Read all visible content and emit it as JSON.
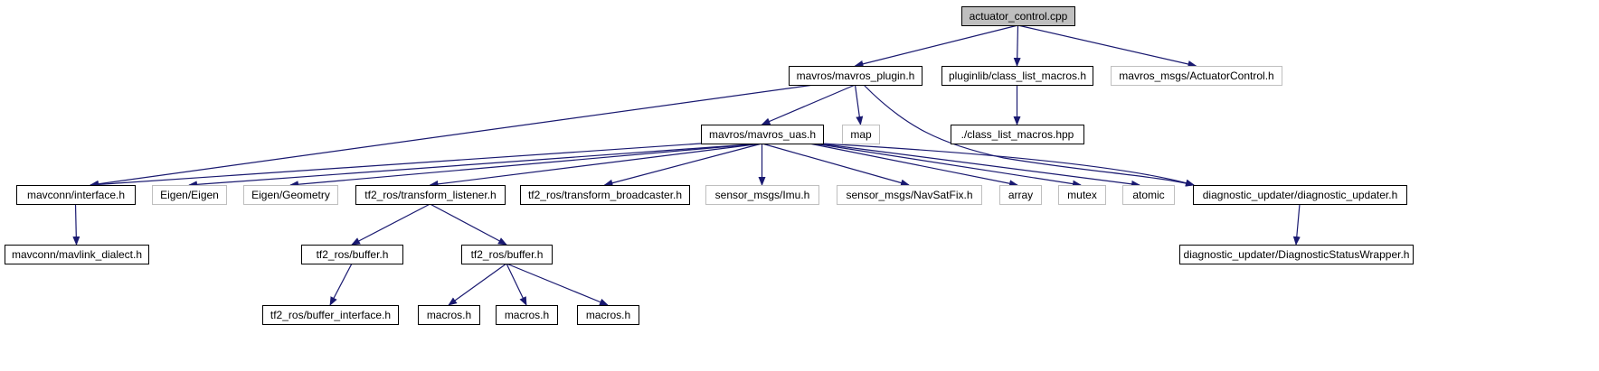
{
  "colors": {
    "edge": "#191970",
    "box_border": "#000000",
    "box_border_external": "#bfbfbf",
    "text_external": "#555555",
    "root_fill": "#bfbfbf",
    "fill": "#ffffff"
  },
  "nodes": [
    {
      "id": "root",
      "label": "actuator_control.cpp",
      "style": "root"
    },
    {
      "id": "mavros_plugin",
      "label": "mavros/mavros_plugin.h",
      "style": "normal"
    },
    {
      "id": "pluginlib",
      "label": "pluginlib/class_list_macros.h",
      "style": "normal"
    },
    {
      "id": "actuatorcontrol",
      "label": "mavros_msgs/ActuatorControl.h",
      "style": "external"
    },
    {
      "id": "mavros_uas",
      "label": "mavros/mavros_uas.h",
      "style": "normal"
    },
    {
      "id": "map",
      "label": "map",
      "style": "external"
    },
    {
      "id": "class_list_hpp",
      "label": "./class_list_macros.hpp",
      "style": "normal"
    },
    {
      "id": "interface",
      "label": "mavconn/interface.h",
      "style": "normal"
    },
    {
      "id": "eigen",
      "label": "Eigen/Eigen",
      "style": "external"
    },
    {
      "id": "eigen_geom",
      "label": "Eigen/Geometry",
      "style": "external"
    },
    {
      "id": "tf_listener",
      "label": "tf2_ros/transform_listener.h",
      "style": "normal"
    },
    {
      "id": "tf_broadcaster",
      "label": "tf2_ros/transform_broadcaster.h",
      "style": "normal"
    },
    {
      "id": "imu",
      "label": "sensor_msgs/Imu.h",
      "style": "external"
    },
    {
      "id": "navsat",
      "label": "sensor_msgs/NavSatFix.h",
      "style": "external"
    },
    {
      "id": "array",
      "label": "array",
      "style": "external"
    },
    {
      "id": "mutex",
      "label": "mutex",
      "style": "external"
    },
    {
      "id": "atomic",
      "label": "atomic",
      "style": "external"
    },
    {
      "id": "diag_updater",
      "label": "diagnostic_updater/diagnostic_updater.h",
      "style": "normal"
    },
    {
      "id": "mavlink_dialect",
      "label": "mavconn/mavlink_dialect.h",
      "style": "normal"
    },
    {
      "id": "buffer1",
      "label": "tf2_ros/buffer.h",
      "style": "normal"
    },
    {
      "id": "buffer2",
      "label": "tf2_ros/buffer.h",
      "style": "normal"
    },
    {
      "id": "diag_status",
      "label": "diagnostic_updater/DiagnosticStatusWrapper.h",
      "style": "normal"
    },
    {
      "id": "buffer_interface",
      "label": "tf2_ros/buffer_interface.h",
      "style": "normal"
    },
    {
      "id": "macros1",
      "label": "macros.h",
      "style": "normal"
    },
    {
      "id": "macros2",
      "label": "macros.h",
      "style": "normal"
    },
    {
      "id": "macros3",
      "label": "macros.h",
      "style": "normal"
    }
  ],
  "edges": [
    [
      "root",
      "mavros_plugin"
    ],
    [
      "root",
      "pluginlib"
    ],
    [
      "root",
      "actuatorcontrol"
    ],
    [
      "mavros_plugin",
      "interface"
    ],
    [
      "mavros_plugin",
      "mavros_uas"
    ],
    [
      "mavros_plugin",
      "map"
    ],
    [
      "mavros_plugin",
      "diag_updater"
    ],
    [
      "pluginlib",
      "class_list_hpp"
    ],
    [
      "mavros_uas",
      "interface"
    ],
    [
      "mavros_uas",
      "eigen"
    ],
    [
      "mavros_uas",
      "eigen_geom"
    ],
    [
      "mavros_uas",
      "tf_listener"
    ],
    [
      "mavros_uas",
      "tf_broadcaster"
    ],
    [
      "mavros_uas",
      "imu"
    ],
    [
      "mavros_uas",
      "navsat"
    ],
    [
      "mavros_uas",
      "array"
    ],
    [
      "mavros_uas",
      "mutex"
    ],
    [
      "mavros_uas",
      "atomic"
    ],
    [
      "mavros_uas",
      "diag_updater"
    ],
    [
      "interface",
      "mavlink_dialect"
    ],
    [
      "tf_listener",
      "buffer1"
    ],
    [
      "tf_listener",
      "buffer2"
    ],
    [
      "buffer1",
      "buffer_interface"
    ],
    [
      "buffer2",
      "macros1"
    ],
    [
      "buffer2",
      "macros2"
    ],
    [
      "buffer2",
      "macros3"
    ],
    [
      "diag_updater",
      "diag_status"
    ]
  ]
}
